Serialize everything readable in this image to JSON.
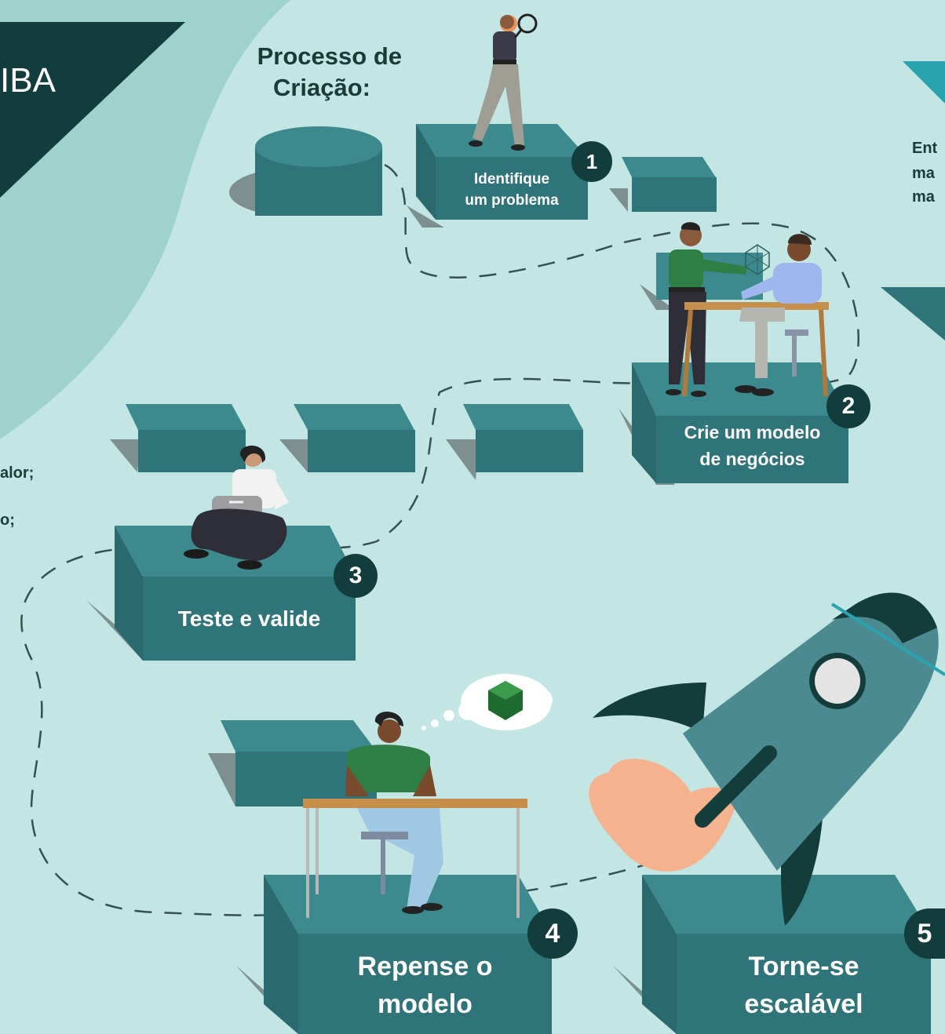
{
  "header": {
    "corner_text": "IBA",
    "title_line1": "Processo de",
    "title_line2": "Criação:"
  },
  "right_text": {
    "line1": "Ent",
    "line2": "ma",
    "line3": "ma"
  },
  "left_text": {
    "line1": "alor;",
    "line2": "o;"
  },
  "steps": [
    {
      "number": "1",
      "line1": "Identifique",
      "line2": "um problema"
    },
    {
      "number": "2",
      "line1": "Crie um modelo",
      "line2": "de negócios"
    },
    {
      "number": "3",
      "line1": "Teste e valide",
      "line2": ""
    },
    {
      "number": "4",
      "line1": "Repense o",
      "line2": "modelo"
    },
    {
      "number": "5",
      "line1": "Torne-se",
      "line2": "escalável"
    }
  ],
  "colors": {
    "background": "#c3e6e4",
    "blob": "#9fd2cc",
    "corner_dark": "#123d3c",
    "box_top": "#3d8a8e",
    "box_front": "#2f7478",
    "box_shadow": "#7d8f8e",
    "badge": "#123d3c",
    "rocket_body": "#4a8a90",
    "rocket_fin": "#143c3b",
    "flame": "#f4b38e"
  }
}
